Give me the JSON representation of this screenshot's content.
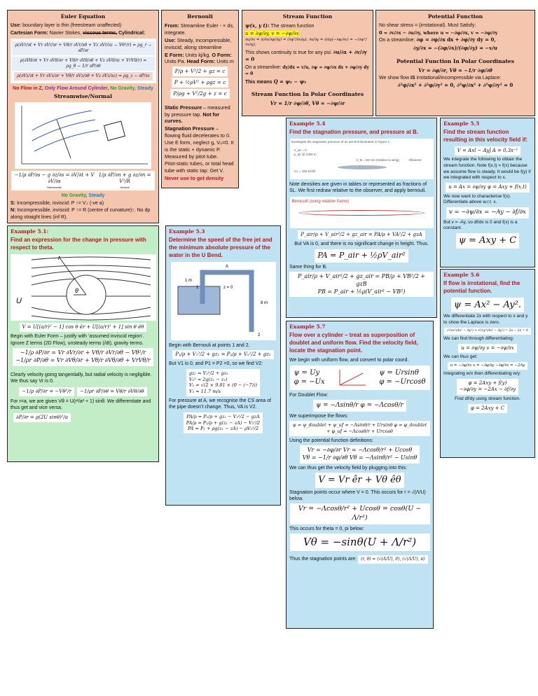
{
  "euler": {
    "title": "Euler Equation",
    "use_label": "Use:",
    "use": "boundary layer is thin (freestream unaffected)",
    "cart_label": "Cartesian Form:",
    "cart": "Navier Stokes,",
    "viscous": "viscous terms,",
    "cyl_label": "Cylindrical:",
    "eqs": [
      "ρ(∂Vr/∂t + Vr ∂Vr/∂r + Vθ/r ∂Vr/∂θ + Vz ∂Vr/∂z − Vθ²/r) = ρg_r − ∂P/∂r",
      "ρ(∂Vθ/∂t + Vr ∂Vθ/∂r + Vθ/r ∂Vθ/∂θ + Vz ∂Vθ/∂z + VrVθ/r) = ρg_θ − 1/r ∂P/∂θ",
      "ρ(∂Vz/∂t + Vr ∂Vz/∂r + Vθ/r ∂Vz/∂θ + Vz ∂Vz/∂z) = ρg_z − ∂P/∂z"
    ],
    "conds": [
      "No Flow in Z,",
      "Only Flow Around Cylinder,",
      "No Gravity,",
      "Steady"
    ],
    "sn_title": "Streamwise/Normal",
    "sn_eq1": "−1/ρ ∂P/∂s − g ∂z/∂s = ∂V/∂t + V ∂V/∂s",
    "sn_eq2": "1/ρ ∂P/∂n + g ∂z/∂n = V²/R",
    "sn_lab1": "Streamwise",
    "sn_lab2": "Normal",
    "sn_conds": [
      "No Gravity,",
      "Steady"
    ],
    "s_label": "S:",
    "s_text": "Incompressible, inviscid: P ↑= V↓ (-ve a)",
    "n_label": "N:",
    "n_text": "Incompressible, inviscid: P ↑= R (centre of curvature)↑. No dp along  straight lines (inf R)."
  },
  "bernoulli": {
    "title": "Bernouli",
    "from_label": "From:",
    "from": "Streamline Euler - × ds, integrate.",
    "use_label": "Use:",
    "use": "Steady, Incompressible, inviscid, along streamline",
    "e_label": "E Form:",
    "e": "Units kj/kg.",
    "o_label": "O Form:",
    "o": "Units Pa.",
    "h_label": "Head Form:",
    "h": "Units m",
    "eqs": [
      "P/ρ + V²/2 + gz = c",
      "P + ½ρV² + ρgz = c",
      "P/ρg + V²/2g + z = c"
    ],
    "static_label": "Static Pressure",
    "static": "– measured by pressure tap.",
    "static_note": "Not for curves.",
    "stag_label": "Stagnation Pressure",
    "stag": "– flowing fluid decelerates to 0. Use E form, neglect g, V₀=0. It is the static + dynamic P. Measured by pitot tube.",
    "pitot": "Pitot-static tubes, or total head tube with static tap: Get V.",
    "never": "Never use to get density"
  },
  "stream": {
    "title": "Stream Function",
    "l1a": "ψ(x, y t):",
    "l1b": "The stream function",
    "hl": "u = ∂ψ/∂y,    v = −∂ψ/∂x",
    "eq2": "∂u/∂x = ∂/∂x(∂ψ/∂y) = (∂ψ²/∂x∂y),  ∂v/∂y = ∂/∂y(−∂ψ/∂x) = −(∂ψ²/∂x∂y),",
    "cont": "This shows continuity is true for any psi:",
    "cont_eq": "∂u/∂x + ∂v/∂y = 0",
    "sl": "On a streamline:",
    "sl_eq": "dy/dx = v/u,    ∂ψ = ∂ψ/∂x dx + ∂ψ/∂y dy = 0",
    "means": "This means",
    "means_eq": "Q = ψ₂ − ψ₁",
    "polar_title": "Stream Function In Polar Coordinates",
    "polar_eq": "Vr = 1/r ∂ψ/∂θ,    Vθ = −∂ψ/∂r"
  },
  "potential": {
    "title": "Potential Function",
    "l1": "No shear stress = (irrotational). Must Satisfy:",
    "eq1": "0 = ∂v/∂x − ∂u/∂y, where  u = −∂φ/∂x,   v = −∂φ/∂y",
    "sl": "On a streamline:",
    "sl_eq": "∂φ = ∂φ/∂x dx + ∂φ/∂y dy = 0,",
    "eq3": "∂y/∂x = −(∂φ/∂x)/(∂φ/∂y) = −v/u",
    "polar_title": "Potential Function In Polar Coordinates",
    "polar_eq": "Vr = ∂φ/∂r,    Vθ = −1/r ∂φ/∂θ",
    "lap_a": "We show flow",
    "lap_b": "IS",
    "lap_c": "irrotational/incompressible via Laplace:",
    "lap_eq": "∂²φ/∂x² + ∂²φ/∂y² = 0,     ∂²ψ/∂x² + ∂²ψ/∂y² = 0"
  },
  "ex51": {
    "label": "Example 5.1:",
    "question": "Find an expression for the change in pressure with respect to theta.",
    "fig_r": "r",
    "fig_theta": "θ",
    "fig_U": "U",
    "vel": "V = U[(a/r)² − 1] cos θ êr + U[(a/r)² + 1] sin θ êθ",
    "t1": "Begin with Euler Form – justify with ‘assumed inviscid region’. Ignore Z terms (2D Flow), unsteady terms (/dt), gravity terms.",
    "eq1": "−1/ρ ∂P/∂r = Vr ∂Vr/∂r + Vθ/r ∂Vr/∂θ − Vθ²/r\n−1/ρr ∂P/∂θ = Vr ∂Vθ/∂r + Vθ/r ∂Vθ/∂θ + VrVθ/r",
    "t2": "Clearly velocity going tangentially, but radial velocity is negligible. We thus say Vr is 0.",
    "eq2a": "−1/ρ ∂P/∂r = −Vθ²/r",
    "eq2b": "−1/ρr ∂P/∂θ = Vθ/r ∂Vθ/∂θ",
    "t3": "For r=a, we are given Vθ = U(r²/a² + 1) sinθ. We differentiate and thus get and vice versa.",
    "eq3": "∂P/∂r = ρ(2U sinθ)²/a"
  },
  "ex53": {
    "label": "Example 5.3",
    "question": "Determine the speed of the free jet and the minimum absolute pressure of the water in the U Bend.",
    "fig_labels": [
      "1 m",
      "z = 0",
      "8 m",
      "A",
      "1",
      "2"
    ],
    "t1": "Begin with Bernouli at points 1 and 2.",
    "eq1": "P₁/ρ + V₁²/2 + gz₁ = P₂/ρ + V₂²/2 + gz₂",
    "t2": "But V1 is 0, and P1 = P2 =0, so we find V2:",
    "eq2": "gz₁ = V₂²/2 + gz₂\nV₂² = 2g(z₁ − z₂)\nV₂ = √(2 × 9.81 × (0 − (−7)))\nV₂ = 11.7 m/s",
    "t3": "For pressure at A, we recognise the CS area of the pipe doesn’t change. Thus, VA is V2.",
    "eq3": "PA/ρ = P₁/ρ + gz₁ − V₂²/2 − gzA\nPA/ρ = P₁/ρ + g(z₁ − zA) − V₂²/2\nPA = P₁ + ρg(z₁ − zA) − ρV₂²/2"
  },
  "ex54": {
    "label": "Example 5.4",
    "question": "Find the stagnation pressure, and pressure at B.",
    "fig_caption": "Investigate the stagnation pressure of an aerofoil illustrated in Figure 1.",
    "fig_labels": [
      "V_air = 0",
      "ρ_air @ 1000 m",
      "V_B = 60 m/s (relative to wing)",
      "Observer",
      "V∞ = 150 km/hr",
      "A",
      "B"
    ],
    "t1": "Note densities are given in tables or represented as fractions of SL. We first redraw relative to the observer, and apply bernouli.",
    "sketch": "Bernoulli (using relative frame)",
    "eq1": "P_air/ρ + V_air²/2 + gz_air = PA/ρ + VA²/2 + gzA",
    "t2": "But VA is 0, and there is no significant change in height. Thus.",
    "eq2": "PA = P_air + ½ρV_air²",
    "t3": "Same thing for B.",
    "eq3": "P_air/ρ + V_air²/2 + gz_air = PB/ρ + VB²/2 + gzB\nPB = P_air + ½ρ(V_air² − VB²)"
  },
  "ex55": {
    "label": "Example 5.5",
    "question": "Find the stream function resulting in this velocity field if:",
    "eq1": "V = Axî − Ayĵ    A = 0.3s⁻¹",
    "t1": "We integrate the following to obtain the stream function. Note f(x,t) = f(x) because we assume flow is steady. It would be f(y) if we integrated with respect to x.",
    "eq2": "u = Ax = ∂ψ/∂y   ψ = Axy + f(x,t)",
    "t2": "We now want to characterise f(x). Differentiate above w.r.t. x.",
    "eq3": "v = −∂ψ/∂x = −Ay − ∂f/∂x",
    "t3": "But  v = -Ay, so df/dx is 0 and f(x) is a constant.",
    "eq4": "ψ = Axy + C"
  },
  "ex56": {
    "label": "Example 5.6",
    "question": "If flow is irrotational, find the potential function.",
    "eq1": "ψ = Ax² − Ay².",
    "t1": "We differentiate 2x with respect to x and y to show the Laplace is zero.",
    "eq2": "∂²/∂x²(Ax² − Ay²) + ∂²/∂y²(Ax² − Ay²) = 2a − 2a = 0",
    "t2": "We can find through differentiating:",
    "eq3": "u = ∂ψ/∂y    v = −∂ψ/∂x",
    "t3": "We can thus get:",
    "eq4": "u = −∂φ/∂x   v = −∂φ/∂y   −∂φ/∂x = −2Ay",
    "t4": "Integrating w/x then differentiating w/y:",
    "eq5": "φ = 2Axy + f(y)\n−∂φ/∂y = −2Ax − ∂f/∂y",
    "t5": "Find df/dy using stream function.",
    "eq6": "φ = 2Axy + C"
  },
  "ex57": {
    "label": "Example 5.7",
    "question": "Flow over a cylinder – treat as superposition of doublet and uniform flow. Find the velocity field, locate the stagnation point.",
    "t1": "We begin with uniform flow, and convert to polar coord.",
    "eq1a": "ψ = Uy\nφ = −Ux",
    "eq1b": "ψ = Ursinθ\nφ = −Urcosθ",
    "t2": "For Doublet Flow:",
    "eq2": "ψ = −Λsinθ/r    φ = −Λcosθ/r",
    "t3": "We superimpose the flows:",
    "eq3": "ψ = ψ_doublet + ψ_uf = −Λsinθ/r + Ursinθ     φ = φ_doublet + φ_uf = −Λcosθ/r + Urcosθ",
    "t4": "Using the potential function definitions:",
    "eq4": "Vr = −∂φ/∂r   Vr = −Λcosθ/r² + Ucosθ\nVθ = −1/r ∂φ/∂θ   Vθ = −Λsinθ/r² − Usinθ",
    "t5": "We can thus get the velocity field by plugging into this:",
    "eq5": "V = Vr êr + Vθ êθ",
    "t6": "Stagnation points occur where V = 0. This occurs for r = √(Λ/U) below.",
    "eq6": "Vr = −Λcosθ/r² + Ucosθ = cosθ(U − Λ/r²)",
    "t7": "This occurs for theta = 0, pi below:",
    "eq7": "Vθ = −sinθ(U + Λ/r²)",
    "t8": "Thus the stagnation points are:",
    "eq8": "(r, θ) = (√(Λ/U), 0), (√(Λ/U), π)"
  },
  "colors": {
    "peach": "#f5c6ae",
    "green": "#c3edc6",
    "blue": "#bfe3f3",
    "red": "#c0141e",
    "highlight": "#ffff00"
  }
}
